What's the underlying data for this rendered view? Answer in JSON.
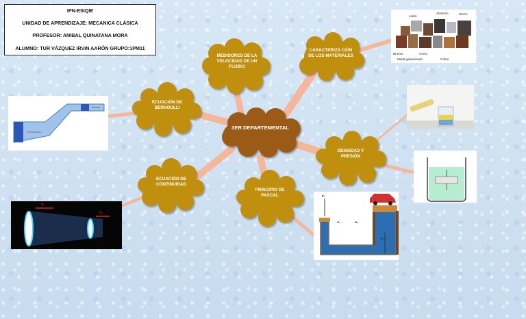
{
  "header": {
    "school": "IPN-ESIQIE",
    "subject": "UNIDAD DE APRENDIZAJE: MECANICA CLÁSICA",
    "professor": "PROFESOR: ANIBAL QUINATANA MORA",
    "student": "ALUMNO: TUR VÁZQUEZ IRVIN AARÓN   GRUPO:1PM11"
  },
  "center_topic": "3ER DEPARTEMENTAL",
  "topics": {
    "medidores": "MEDIDORES DE LA VELOCIDAD DE UN FLUIDO",
    "caracterizacion": "CARACTERIZA CIÓN DE LOS MATERIALES",
    "bernoulli": "ECUACIÓN DE BERNOULLI",
    "densidad": "DENSIDAD Y PRESIÓN",
    "continuidad": "ECUACIÓN DE CONTINUIDAD",
    "pascal": "PRINCIPIO DE PASCAL"
  },
  "image_labels": {
    "materials": [
      "Latón",
      "Aluminio",
      "Hierro",
      "Bronce",
      "Acero",
      "Metal galvanizado",
      "Cobre"
    ],
    "pascal": [
      "F₁",
      "A₁",
      "A₂",
      "F₂"
    ],
    "continuity": [
      "v₁",
      "v₂"
    ]
  },
  "colors": {
    "cloud_brown": "#9b5a17",
    "cloud_gold": "#bf8f0b",
    "connector": "#f4b79a",
    "background": "#cfe1f1"
  }
}
